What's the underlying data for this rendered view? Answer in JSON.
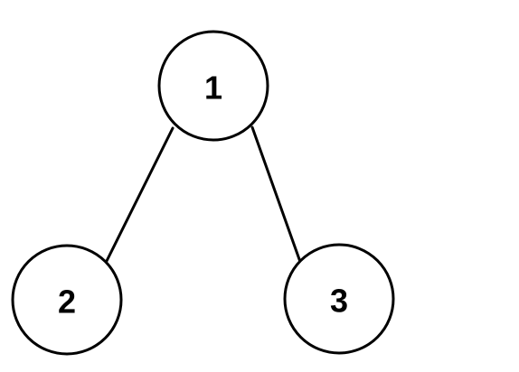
{
  "tree": {
    "nodes": [
      {
        "id": "root",
        "label": "1"
      },
      {
        "id": "left",
        "label": "2"
      },
      {
        "id": "right",
        "label": "3"
      }
    ],
    "edges": [
      {
        "from": "root",
        "to": "left"
      },
      {
        "from": "root",
        "to": "right"
      }
    ]
  },
  "colors": {
    "stroke": "#000000",
    "fill": "#ffffff",
    "text": "#000000"
  }
}
